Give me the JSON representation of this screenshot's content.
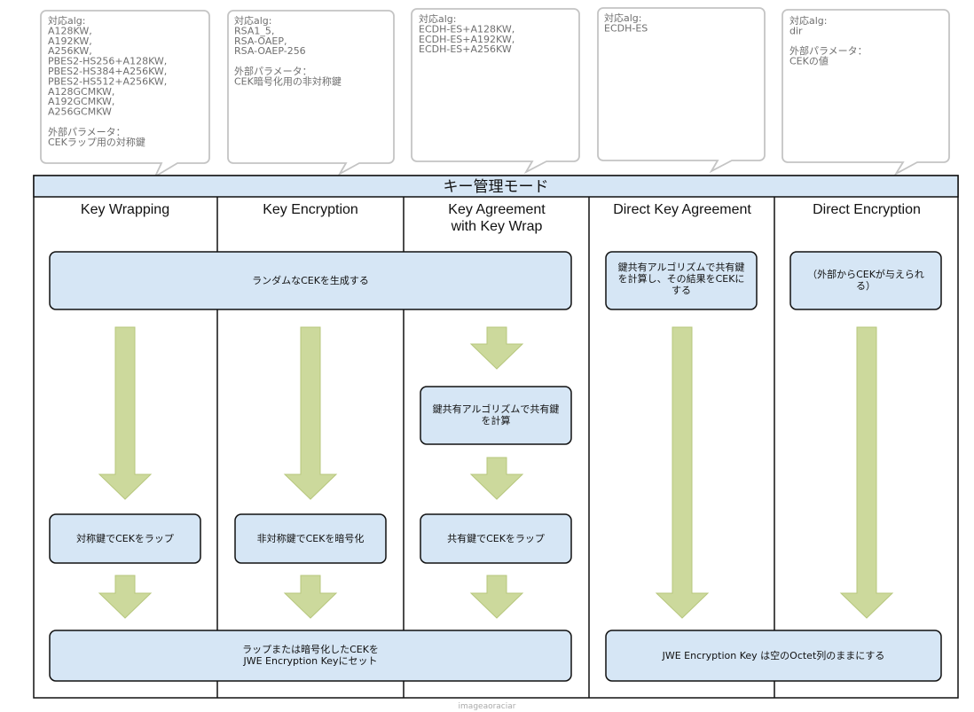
{
  "callouts": [
    {
      "lines": [
        "対応alg:",
        "A128KW,",
        "A192KW,",
        "A256KW,",
        "PBES2-HS256+A128KW,",
        "PBES2-HS384+A256KW,",
        "PBES2-HS512+A256KW,",
        "A128GCMKW,",
        "A192GCMKW,",
        "A256GCMKW",
        "",
        "外部パラメータ：",
        "CEKラップ用の対称鍵"
      ]
    },
    {
      "lines": [
        "対応alg:",
        "RSA1_5,",
        "RSA-OAEP,",
        "RSA-OAEP-256",
        "",
        "外部パラメータ：",
        "CEK暗号化用の非対称鍵"
      ]
    },
    {
      "lines": [
        "対応alg:",
        "ECDH-ES+A128KW,",
        "ECDH-ES+A192KW,",
        "ECDH-ES+A256KW"
      ]
    },
    {
      "lines": [
        "対応alg:",
        "ECDH-ES"
      ]
    },
    {
      "lines": [
        "対応alg:",
        "dir",
        "",
        "外部パラメータ：",
        "CEKの値"
      ]
    }
  ],
  "title": "キー管理モード",
  "columns": [
    {
      "lines": [
        "Key Wrapping"
      ]
    },
    {
      "lines": [
        "Key Encryption"
      ]
    },
    {
      "lines": [
        "Key Agreement",
        "with Key Wrap"
      ]
    },
    {
      "lines": [
        "Direct Key Agreement"
      ]
    },
    {
      "lines": [
        "Direct Encryption"
      ]
    }
  ],
  "boxes": {
    "generate_cek": {
      "lines": [
        "ランダムなCEKを生成する"
      ]
    },
    "dka_compute": {
      "lines": [
        "鍵共有アルゴリズムで共有鍵",
        "を計算し、その結果をCEKに",
        "する"
      ]
    },
    "de_external": {
      "lines": [
        "（外部からCEKが与えられ",
        "る）"
      ]
    },
    "kawkw_compute": {
      "lines": [
        "鍵共有アルゴリズムで共有鍵",
        "を計算"
      ]
    },
    "kw_wrap": {
      "lines": [
        "対称鍵でCEKをラップ"
      ]
    },
    "ke_encrypt": {
      "lines": [
        "非対称鍵でCEKを暗号化"
      ]
    },
    "kawkw_wrap": {
      "lines": [
        "共有鍵でCEKをラップ"
      ]
    },
    "set_jwe_key": {
      "lines": [
        "ラップまたは暗号化したCEKを",
        "JWE Encryption Keyにセット"
      ]
    },
    "empty_jwe_key": {
      "lines": [
        "JWE Encryption Key は空のOctet列のままにする"
      ]
    }
  },
  "footer": "imageaoraciar",
  "colors": {
    "box_fill": "#d6e6f5",
    "title_fill": "#d6e6f5",
    "arrow_fill": "#ccd99c",
    "arrow_stroke": "#b7c77d",
    "callout_stroke": "#c4c4c4"
  }
}
